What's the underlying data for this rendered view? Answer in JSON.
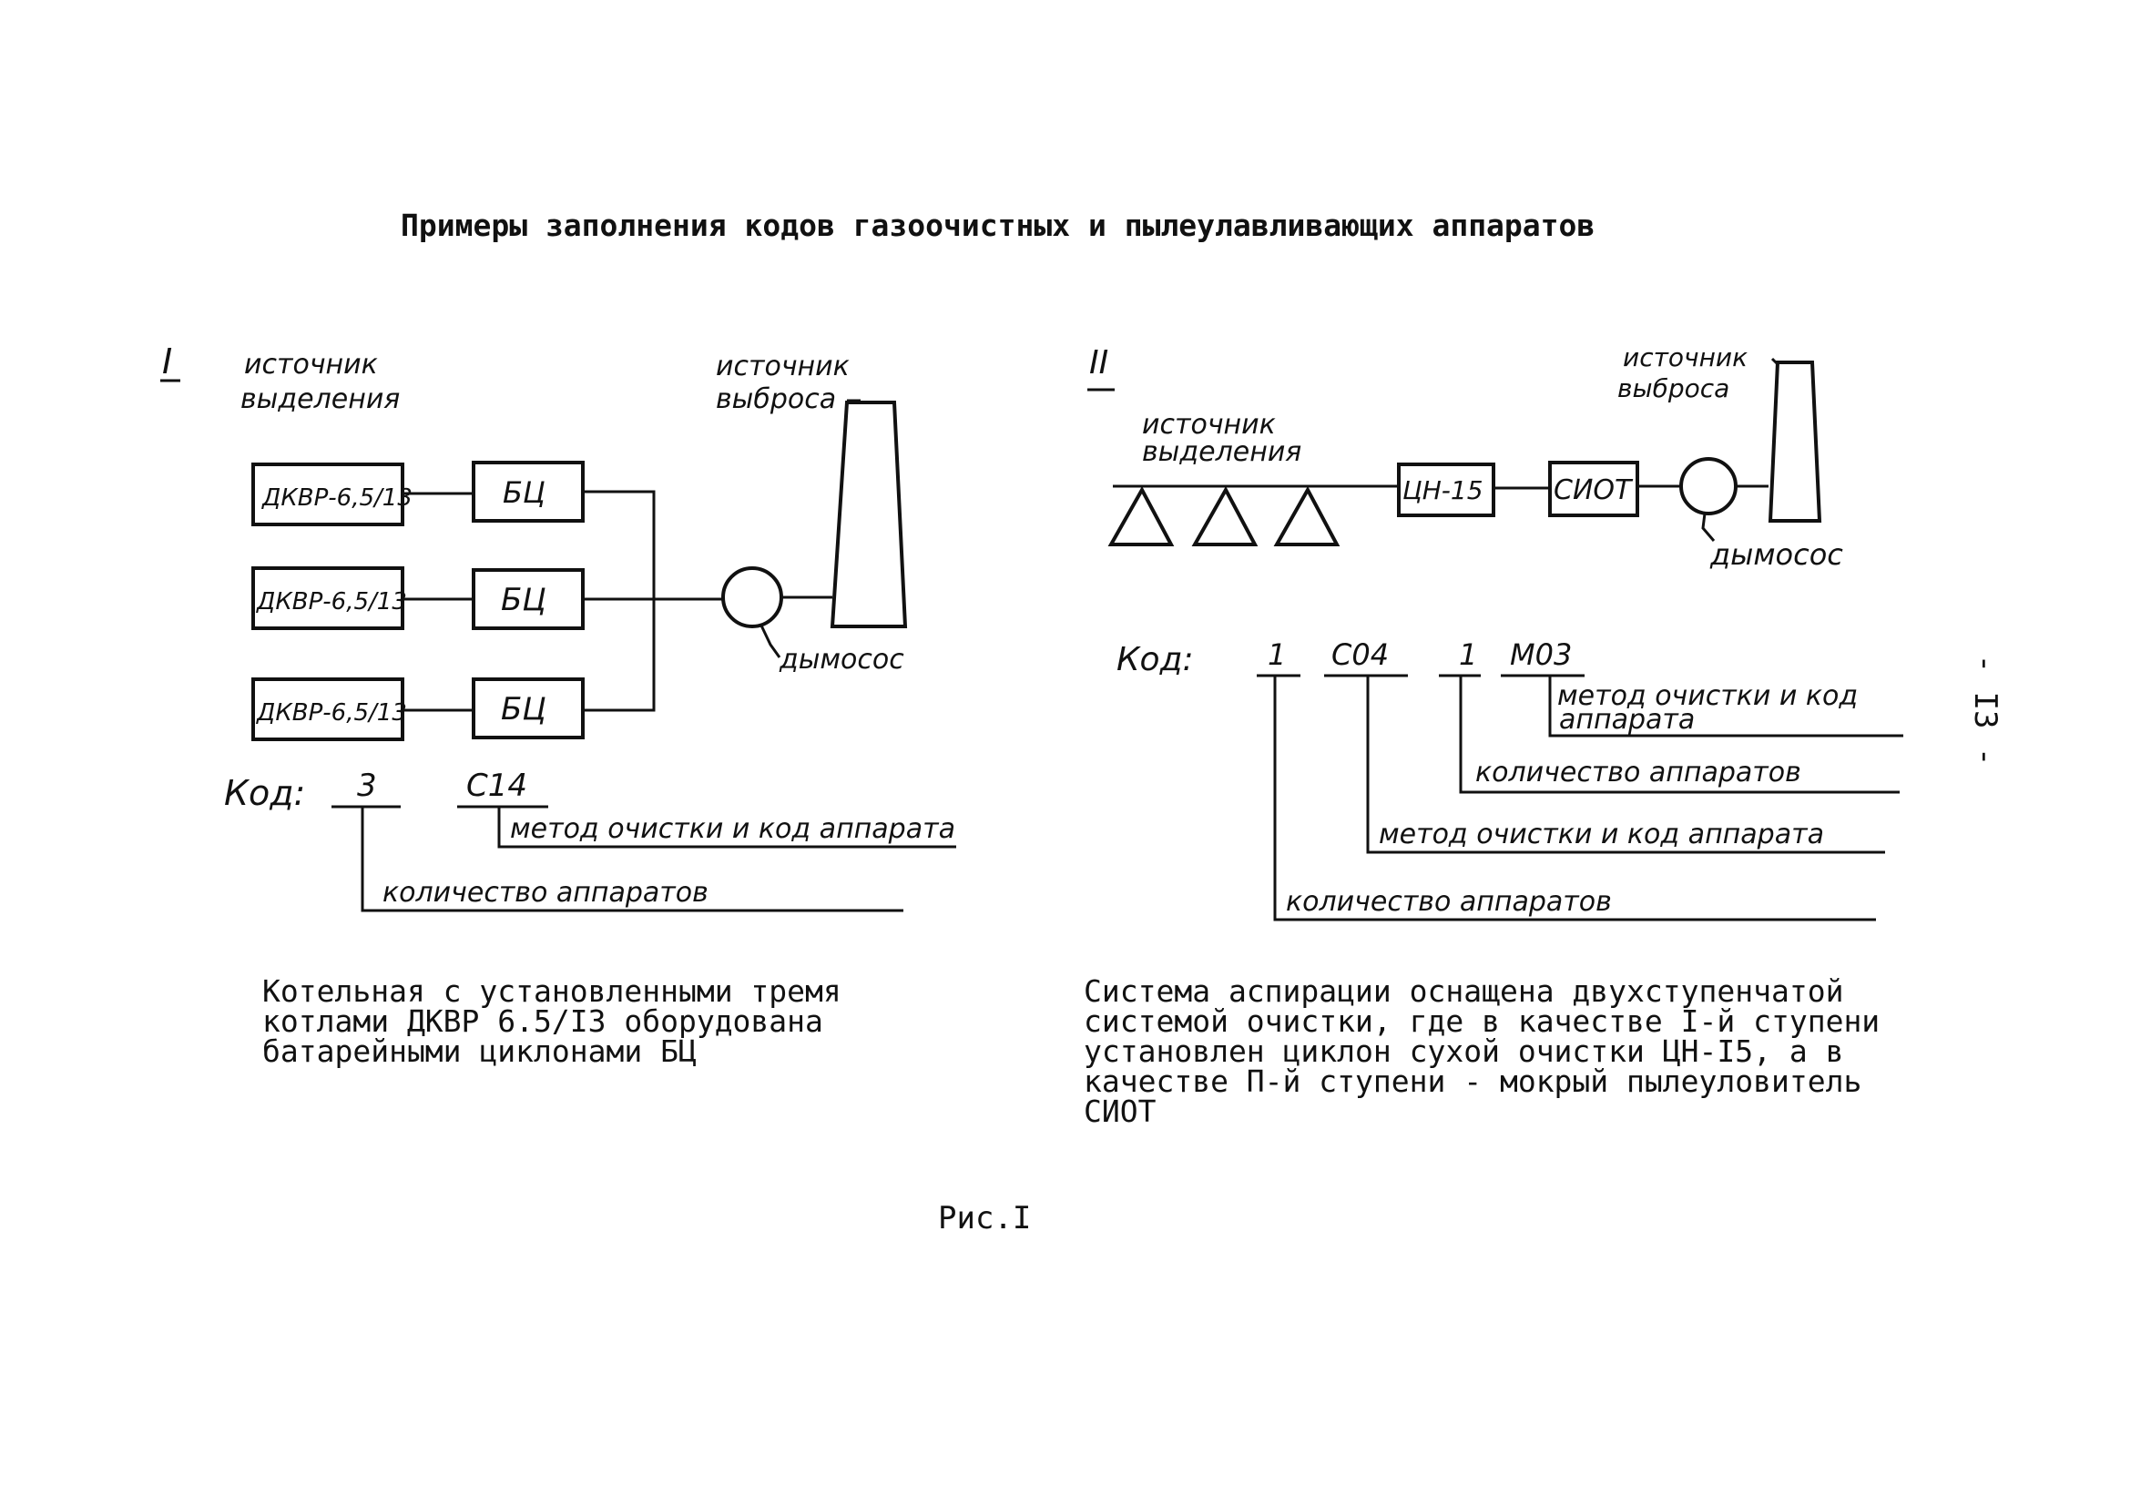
{
  "title": "Примеры заполнения кодов газоочистных и пылеулавливающих аппаратов",
  "page_number": "- I3 -",
  "figure_label": "Рис.I",
  "diagram1": {
    "numeral": "I",
    "source_label_1": "источник",
    "source_label_2": "выделения",
    "emission_label_1": "источник",
    "emission_label_2": "выброса",
    "boilers": [
      "ДКВР-6,5/13",
      "ДКВР-6,5/13",
      "ДКВР-6,5/13"
    ],
    "cleaners": [
      "БЦ",
      "БЦ",
      "БЦ"
    ],
    "fan_label": "дымосос",
    "code_label": "Код:",
    "code_quantity": "3",
    "code_method": "С14",
    "method_label": "метод очистки и код аппарата",
    "quantity_label": "количество аппаратов",
    "caption": "Котельная с установленными тремя\nкотлами ДКВР 6.5/I3 оборудована\nбатарейными циклонами БЦ"
  },
  "diagram2": {
    "numeral": "II",
    "source_label_1": "источник",
    "source_label_2": "выделения",
    "emission_label_1": "источник",
    "emission_label_2": "выброса",
    "stage1": "ЦН-15",
    "stage2": "СИОТ",
    "fan_label": "дымосос",
    "code_label": "Код:",
    "code_qty1": "1",
    "code_method1": "С04",
    "code_qty2": "1",
    "code_method2": "М03",
    "method2_label_1": "метод очистки и код",
    "method2_label_2": "аппарата",
    "qty2_label": "количество аппаратов",
    "method1_label": "метод очистки и код аппарата",
    "qty1_label": "количество аппаратов",
    "caption": "Система аспирации оснащена двухступенчатой\nсистемой очистки, где в качестве I-й ступени\nустановлен циклон сухой очистки ЦН-I5, а в\nкачестве П-й ступени - мокрый пылеуловитель\nСИОТ"
  }
}
